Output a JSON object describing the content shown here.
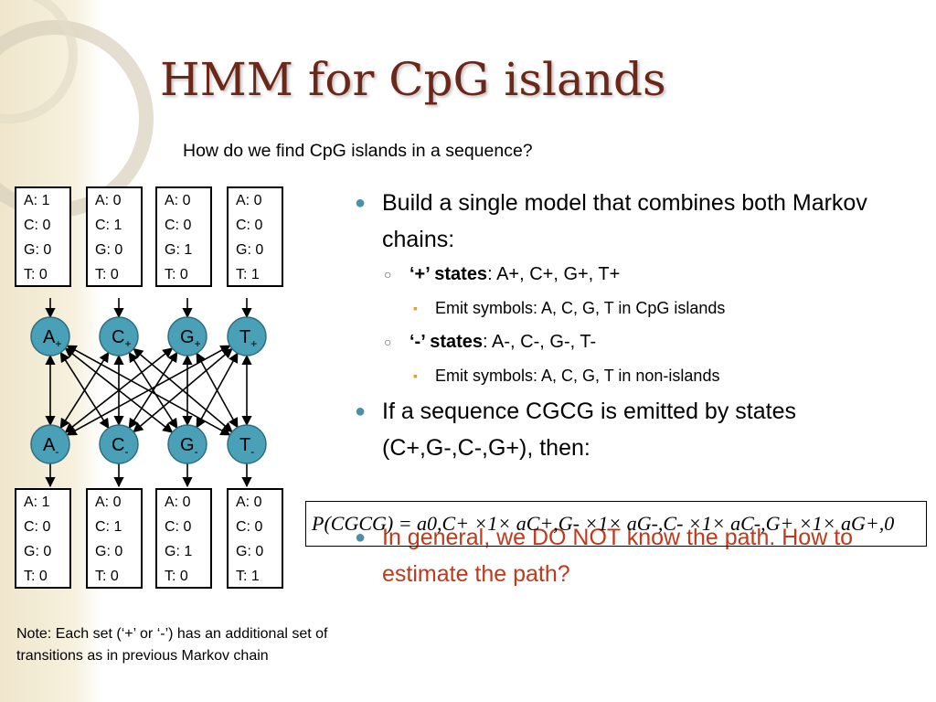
{
  "slide": {
    "title": "HMM for CpG islands",
    "subtitle": "How do we find CpG islands in a sequence?",
    "top_emissions": [
      [
        "A: 1",
        "C: 0",
        "G: 0",
        "T: 0"
      ],
      [
        "A: 0",
        "C: 1",
        "G: 0",
        "T: 0"
      ],
      [
        "A: 0",
        "C: 0",
        "G: 1",
        "T: 0"
      ],
      [
        "A: 0",
        "C: 0",
        "G: 0",
        "T: 1"
      ]
    ],
    "bottom_emissions": [
      [
        "A: 1",
        "C: 0",
        "G: 0",
        "T: 0"
      ],
      [
        "A: 0",
        "C: 1",
        "G: 0",
        "T: 0"
      ],
      [
        "A: 0",
        "C: 0",
        "G: 1",
        "T: 0"
      ],
      [
        "A: 0",
        "C: 0",
        "G: 0",
        "T: 1"
      ]
    ],
    "plus_states": [
      {
        "letter": "A",
        "sign": "+"
      },
      {
        "letter": "C",
        "sign": "+"
      },
      {
        "letter": "G",
        "sign": "+"
      },
      {
        "letter": "T",
        "sign": "+"
      }
    ],
    "minus_states": [
      {
        "letter": "A",
        "sign": "-"
      },
      {
        "letter": "C",
        "sign": "-"
      },
      {
        "letter": "G",
        "sign": "-"
      },
      {
        "letter": "T",
        "sign": "-"
      }
    ],
    "bullet1": "Build a single model that combines both Markov chains:",
    "plus_label": "‘+’ states",
    "plus_list": ": A+, C+, G+, T+",
    "plus_emit": "Emit symbols: A, C, G, T in CpG islands",
    "minus_label": "‘-’ states",
    "minus_list": ": A-, C-, G-, T-",
    "minus_emit": "Emit symbols: A, C, G, T in non-islands",
    "bullet2_a": "If a sequence CGCG is emitted by states (",
    "bullet2_states": "C+,G-,C-,G+",
    "bullet2_b": "), then:",
    "formula": "P(CGCG) = a0,C+ ×1× aC+,G- ×1× aG-,C- ×1× aC-,G+ ×1× aG+,0",
    "bullet3": "In general, we DO NOT know the path. How to estimate the path?",
    "note": "Note: Each set (‘+’ or ‘-’) has an additional set of transitions as in previous Markov chain",
    "colors": {
      "title": "#6b2717",
      "state_fill": "#4aa0b6",
      "accent_red": "#c0391b",
      "bullet_blue": "#4a90a8",
      "bullet_gold": "#e0a020"
    }
  }
}
